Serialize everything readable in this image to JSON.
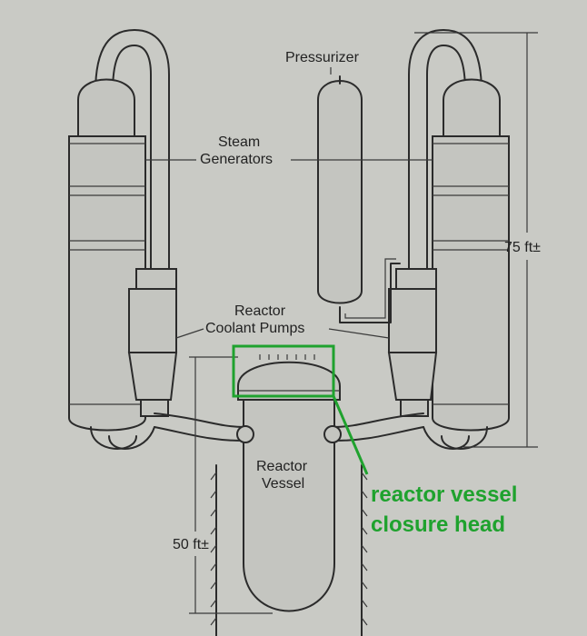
{
  "labels": {
    "pressurizer": "Pressurizer",
    "steam_generators_line1": "Steam",
    "steam_generators_line2": "Generators",
    "reactor_coolant_pumps_line1": "Reactor",
    "reactor_coolant_pumps_line2": "Coolant Pumps",
    "reactor_vessel_line1": "Reactor",
    "reactor_vessel_line2": "Vessel",
    "height_75": "75 ft±",
    "height_50": "50 ft±"
  },
  "callout": {
    "line1": "reactor vessel",
    "line2": "closure head",
    "color": "#1fa22e"
  }
}
